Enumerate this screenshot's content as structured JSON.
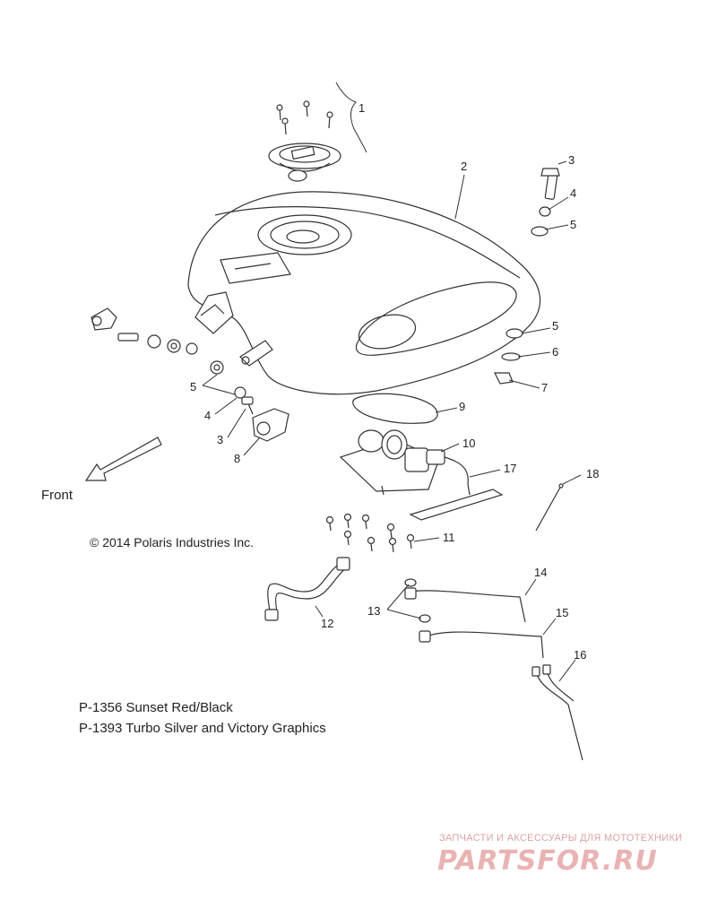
{
  "front_label": "Front",
  "copyright": "© 2014 Polaris Industries Inc.",
  "notes": [
    "P-1356 Sunset Red/Black",
    "P-1393 Turbo Silver and Victory Graphics"
  ],
  "watermark": {
    "tagline": "ЗАПЧАСТИ И АКСЕССУАРЫ ДЛЯ МОТОТЕХНИКИ",
    "logo": "PARTSFOR.RU",
    "color": "#e9b3b3"
  },
  "callouts": {
    "c1": "1",
    "c2": "2",
    "c3a": "3",
    "c4a": "4",
    "c5a": "5",
    "c5b": "5",
    "c6": "6",
    "c7": "7",
    "c5c": "5",
    "c4b": "4",
    "c3b": "3",
    "c8": "8",
    "c9": "9",
    "c10": "10",
    "c17": "17",
    "c18": "18",
    "c11": "11",
    "c12": "12",
    "c13": "13",
    "c14": "14",
    "c15": "15",
    "c16": "16"
  }
}
